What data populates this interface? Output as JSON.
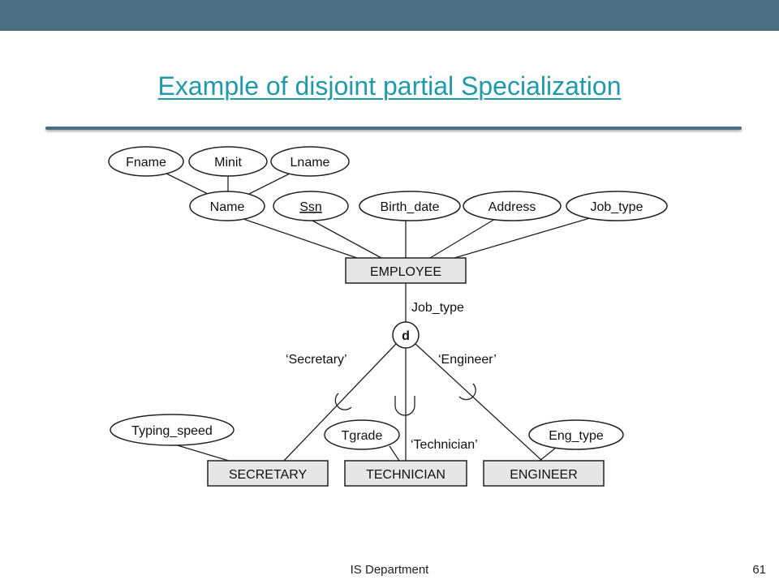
{
  "slide": {
    "title": "Example of disjoint partial Specialization",
    "footer": "IS Department",
    "page_number": "61"
  },
  "diagram": {
    "superclass": "EMPLOYEE",
    "subclasses": [
      "SECRETARY",
      "TECHNICIAN",
      "ENGINEER"
    ],
    "employee_attributes": [
      "Fname",
      "Minit",
      "Lname",
      "Name",
      "Ssn",
      "Birth_date",
      "Address",
      "Job_type"
    ],
    "key_attribute": "Ssn",
    "defining_attribute": "Job_type",
    "constraint_symbol": "d",
    "predicates": [
      "‘Secretary’",
      "‘Technician’",
      "‘Engineer’"
    ],
    "subclass_attributes": {
      "secretary": "Typing_speed",
      "technician": "Tgrade",
      "engineer": "Eng_type"
    }
  }
}
